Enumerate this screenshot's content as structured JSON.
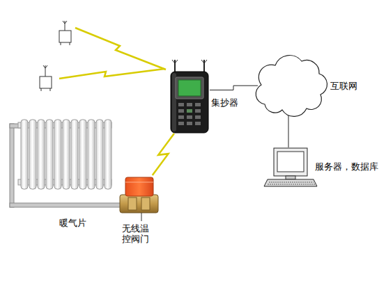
{
  "diagram": {
    "nodes": [
      {
        "text": [
          "暖气片"
        ]
      },
      {
        "text": [
          "无线温控阀门"
        ]
      },
      {
        "text": [
          "集抄器"
        ]
      },
      {
        "text": [
          "互联网"
        ]
      },
      {
        "text": [
          "服务器，数据库"
        ]
      }
    ],
    "edges": [
      {
        "from": 1,
        "to": 2,
        "arrow": "none"
      },
      {
        "from": 2,
        "to": 3,
        "arrow": "none"
      },
      {
        "from": 3,
        "to": 4,
        "arrow": "none"
      }
    ]
  }
}
